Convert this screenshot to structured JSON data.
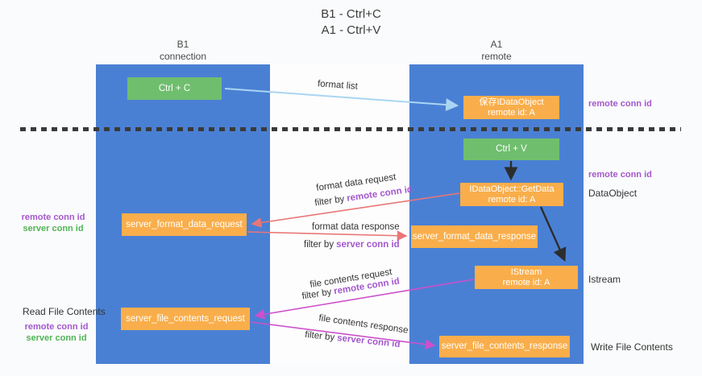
{
  "title": {
    "line1": "B1 - Ctrl+C",
    "line2": "A1 - Ctrl+V"
  },
  "columns": {
    "left": {
      "header_line1": "B1",
      "header_line2": "connection"
    },
    "right": {
      "header_line1": "A1",
      "header_line2": "remote"
    }
  },
  "boxes": {
    "ctrl_c": "Ctrl + C",
    "ctrl_v": "Ctrl + V",
    "save_idataobject": {
      "line1": "保存IDataObject",
      "line2": "remote id: A"
    },
    "getdata": {
      "line1": "IDataObject::GetData",
      "line2": "remote id: A"
    },
    "istream": {
      "line1": "IStream",
      "line2": "remote id: A"
    },
    "format_request": "server_format_data_request",
    "format_response": "server_format_data_response",
    "file_request": "server_file_contents_request",
    "file_response": "server_file_contents_response"
  },
  "arrow_labels": {
    "format_list": "format list",
    "format_data_request": "format data request",
    "format_data_response": "format data response",
    "file_contents_request": "file contents request",
    "file_contents_response": "file contents response",
    "filter_by": "filter by",
    "remote_conn_id": "remote conn id",
    "server_conn_id": "server conn id"
  },
  "side_labels": {
    "remote_conn_id": "remote conn id",
    "server_conn_id": "server conn id",
    "dataobject": "DataObject",
    "istream": "Istream",
    "read_file_contents": "Read File Contents",
    "write_file_contents": "Write File Contents"
  },
  "colors": {
    "lane_blue": "#4a80d4",
    "box_green": "#6fbe6e",
    "box_orange": "#f9ae4b",
    "purple_text": "#a458ce",
    "green_text": "#51b356",
    "arrow_lightblue": "#aad5f2",
    "arrow_salmon": "#e97676",
    "arrow_magenta": "#cc50cc",
    "arrow_black": "#2d2d2d",
    "dash_gray": "#3a3a3a"
  }
}
